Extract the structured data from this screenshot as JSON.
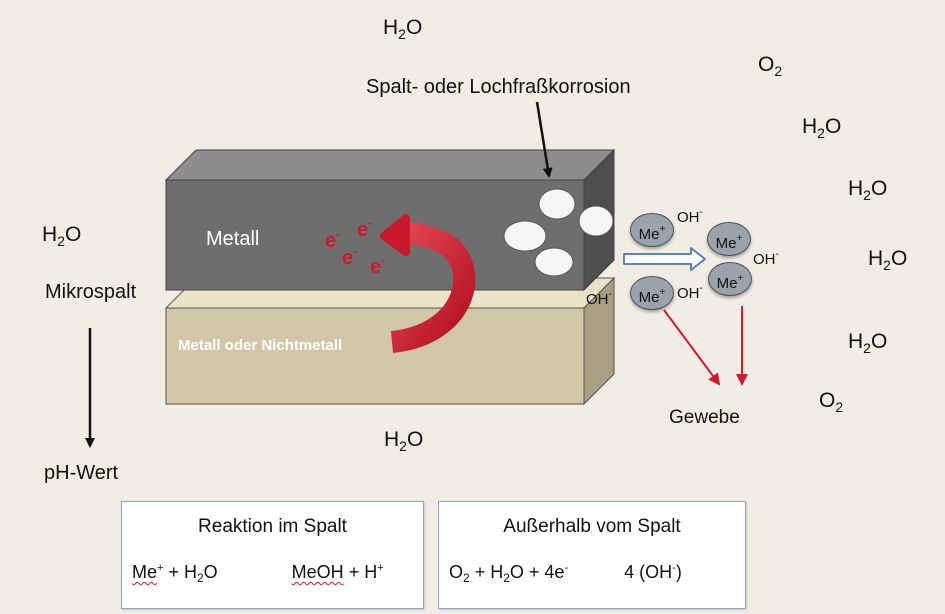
{
  "colors": {
    "background": "#f1ede4",
    "metal_front": "#6e6e6e",
    "lower_front": "#d1c7a6",
    "ion": "#9aa3ab",
    "red_arrow": "#d0192a",
    "box_border": "#8ba5c2"
  },
  "water": "H2O",
  "oxygen": "O2",
  "labels": {
    "corrosion": "Spalt- oder Lochfraßkorrosion",
    "metal": "Metall",
    "metal_or_nonmetal": "Metall oder Nichtmetall",
    "microgap": "Mikrospalt",
    "ph": "pH-Wert",
    "tissue": "Gewebe"
  },
  "species": {
    "electron": "e",
    "electron_charge": "-",
    "metal_ion": "Me",
    "metal_ion_charge": "+",
    "hydroxide": "OH",
    "hydroxide_charge": "-"
  },
  "boxes": {
    "inside": {
      "title": "Reaktion im Spalt",
      "me": "Me",
      "plus": "+",
      "mid": " + H",
      "sub": "2",
      "o": "O",
      "product": "MeOH",
      "tail": " + H",
      "tail_sup": "+"
    },
    "outside": {
      "title": "Außerhalb vom Spalt",
      "o": "O",
      "o_sub": "2",
      "mid": " + H",
      "h_sub": "2",
      "mid2": "O + 4e",
      "e_sup": "-",
      "product": "4 (OH",
      "product_sup": "-",
      "product_end": ")"
    }
  }
}
